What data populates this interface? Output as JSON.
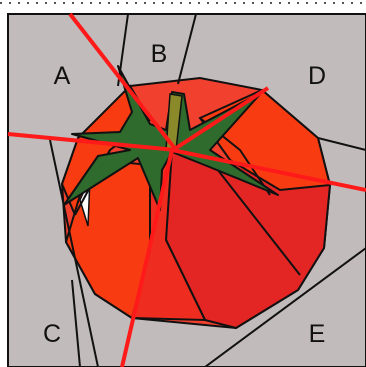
{
  "labels": {
    "a": "A",
    "b": "B",
    "c": "C",
    "d": "D",
    "e": "E"
  },
  "colors": {
    "background": "#c2bbbb",
    "outline": "#111111",
    "tomato_light": "#f2402e",
    "tomato_mid": "#ee2c1f",
    "tomato_dark": "#e32624",
    "tomato_orange": "#f93b12",
    "stem": "#2e6b2c",
    "stem_core": "#8a8a2a",
    "cut_line": "#ff1a1a",
    "highlight": "#ffffff",
    "dotted_border": "#555555"
  }
}
